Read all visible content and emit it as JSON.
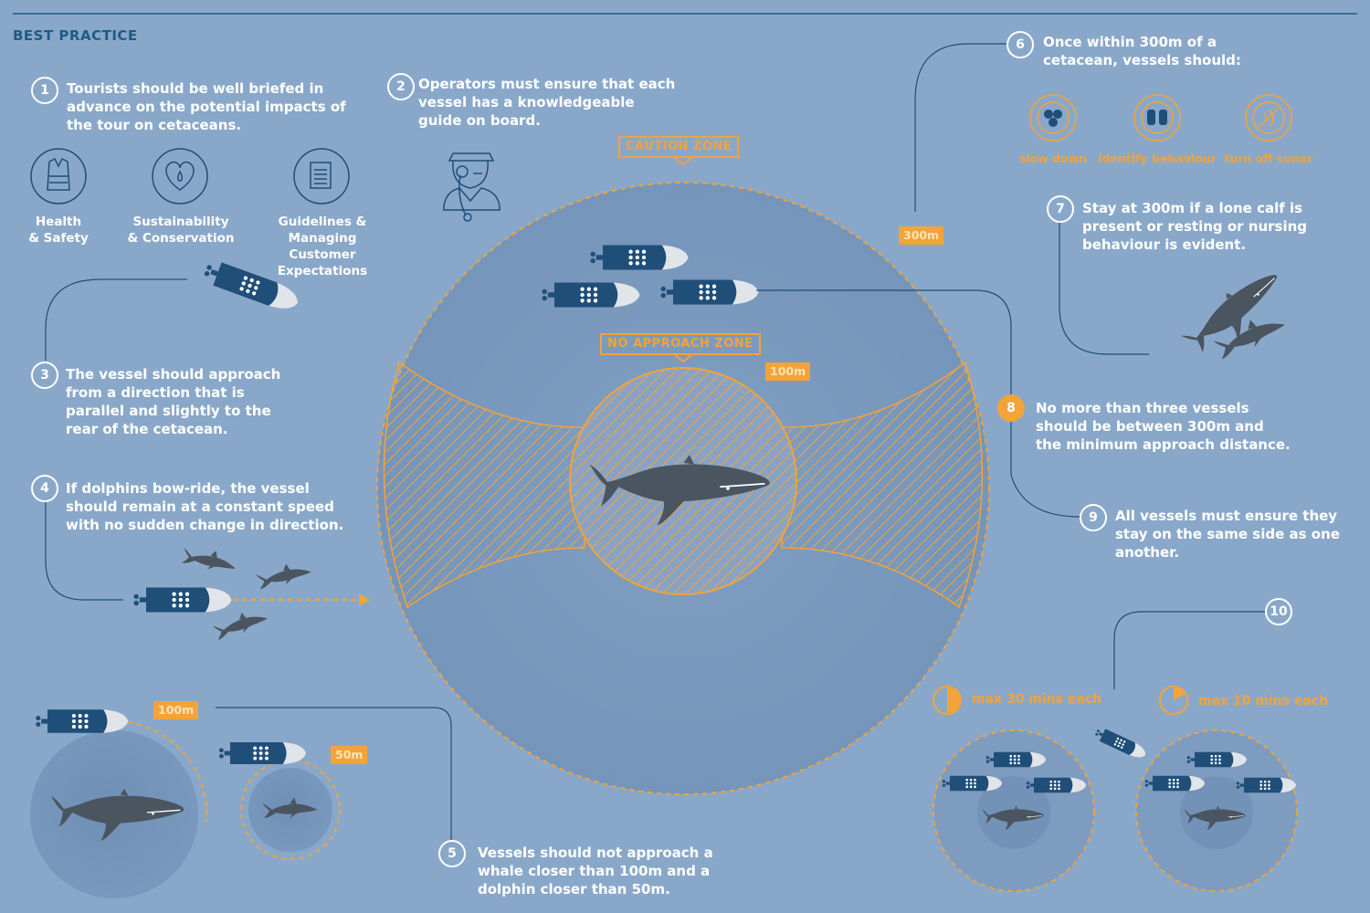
{
  "heading": "BEST PRACTICE",
  "steps": [
    {
      "number": "1",
      "text": "Tourists should be well briefed in\nadvance on the potential impacts of\nthe tour on cetaceans."
    },
    {
      "number": "2",
      "text": "Operators must ensure that each\nvessel has a knowledgeable\nguide on board."
    },
    {
      "number": "3",
      "text": "The vessel should approach\nfrom a direction that is\nparallel and slightly to the\nrear of the cetacean."
    },
    {
      "number": "4",
      "text": "If dolphins bow-ride, the vessel\nshould remain at a constant speed\nwith no sudden change in direction."
    },
    {
      "number": "5",
      "text": "Vessels should not approach a\nwhale closer than 100m and a\ndolphin closer than 50m."
    },
    {
      "number": "6",
      "text": "Once within 300m of a\ncetacean, vessels should:"
    },
    {
      "number": "7",
      "text": "Stay at 300m if a lone calf is\npresent or resting or nursing\nbehaviour is evident."
    },
    {
      "number": "8",
      "text": "No more than three vessels\nshould be between 300m and\nthe minimum approach distance."
    },
    {
      "number": "9",
      "text": "All vessels must ensure they\nstay on the same side as one\nanother."
    },
    {
      "number": "10",
      "text": ""
    }
  ],
  "briefing_topics": [
    {
      "label": "Health\n& Safety",
      "icon": "life-vest-icon"
    },
    {
      "label": "Sustainability\n& Conservation",
      "icon": "heart-drop-icon"
    },
    {
      "label": "Guidelines & Managing\nCustomer Expectations",
      "icon": "document-icon"
    }
  ],
  "actions": [
    {
      "label": "slow down",
      "icon": "propeller-icon"
    },
    {
      "label": "identify behaviour",
      "icon": "binoculars-icon"
    },
    {
      "label": "turn off sonar",
      "icon": "sonar-off-icon"
    }
  ],
  "zones": {
    "caution": "CAUTION ZONE",
    "no_approach": "NO APPROACH ZONE",
    "caution_distance": "300m",
    "no_approach_distance": "100m"
  },
  "distances": {
    "whale": "100m",
    "dolphin": "50m"
  },
  "time_limits": {
    "whale": "max 30 mins each",
    "dolphin": "max 10 mins each"
  },
  "colors": {
    "background": "#89a8c9",
    "accent": "#f2a33a",
    "navy": "#1f4e79",
    "whale": "#4a5560"
  }
}
